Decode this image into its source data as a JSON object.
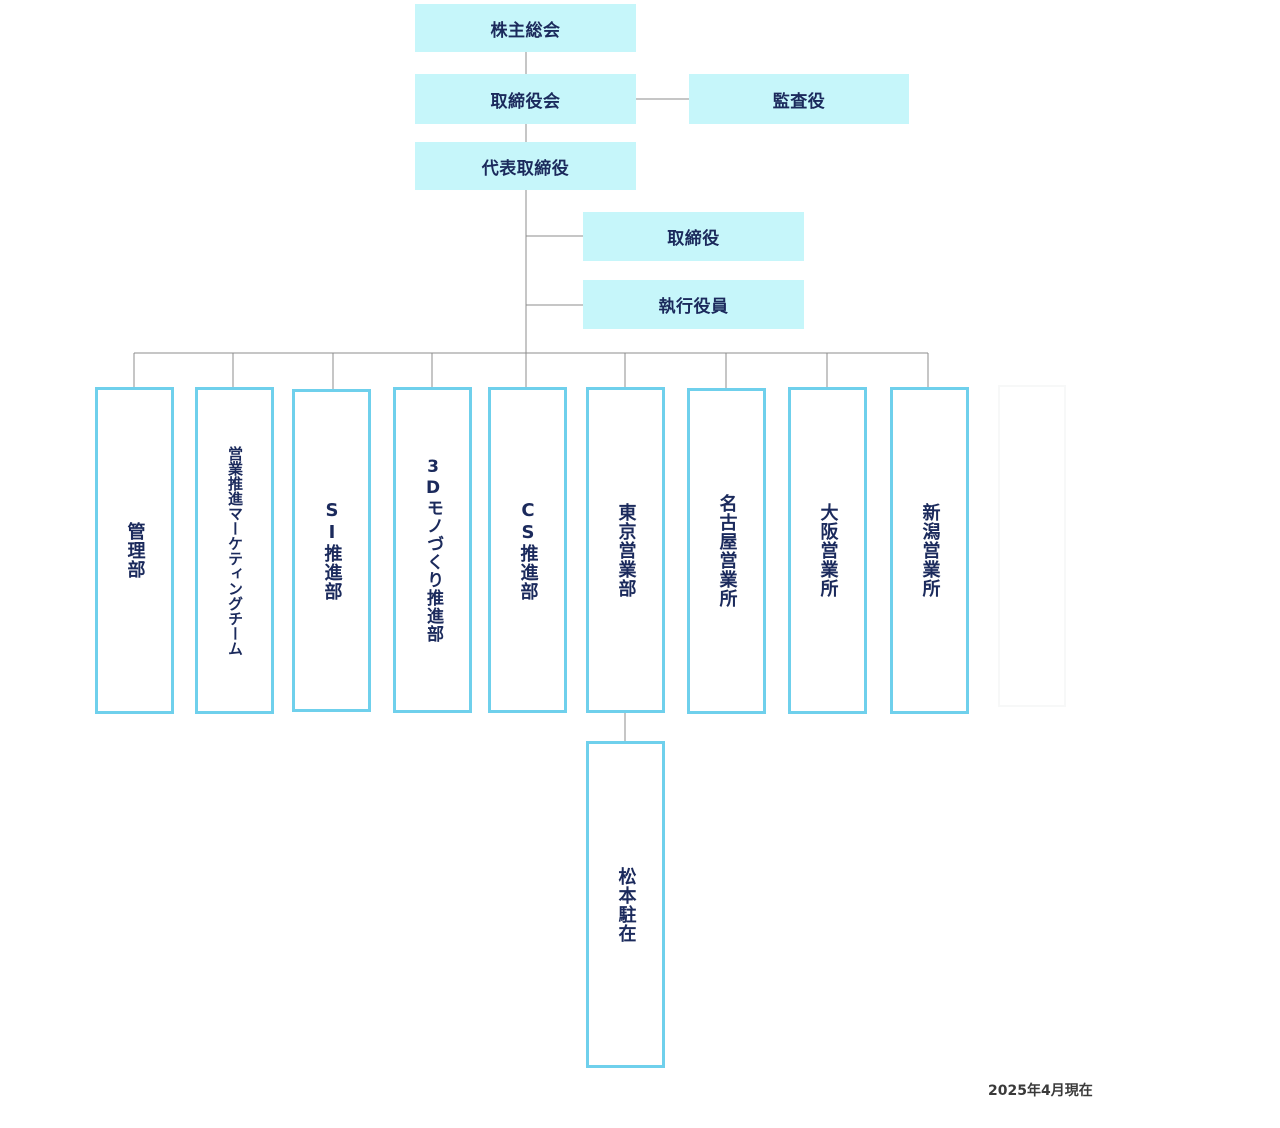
{
  "top": {
    "shareholders": "株主総会",
    "board": "取締役会",
    "auditor": "監査役",
    "president": "代表取締役",
    "directors": "取締役",
    "officers": "執行役員"
  },
  "departments": {
    "management": "管理部",
    "sales_marketing": "営業推進マーケティングチーム",
    "si": "SI推進部",
    "monozukuri": "3Dモノづくり推進部",
    "cs": "CS推進部",
    "tokyo": "東京営業部",
    "nagoya": "名古屋営業所",
    "osaka": "大阪営業所",
    "niigata": "新潟営業所",
    "matsumoto": "松本駐在"
  },
  "footer": {
    "date": "2025年4月現在"
  },
  "colors": {
    "header_fill": "#c6f6fa",
    "dept_border": "#6fd0ec",
    "text": "#1b2a5c",
    "connector": "#8c8c8c"
  }
}
